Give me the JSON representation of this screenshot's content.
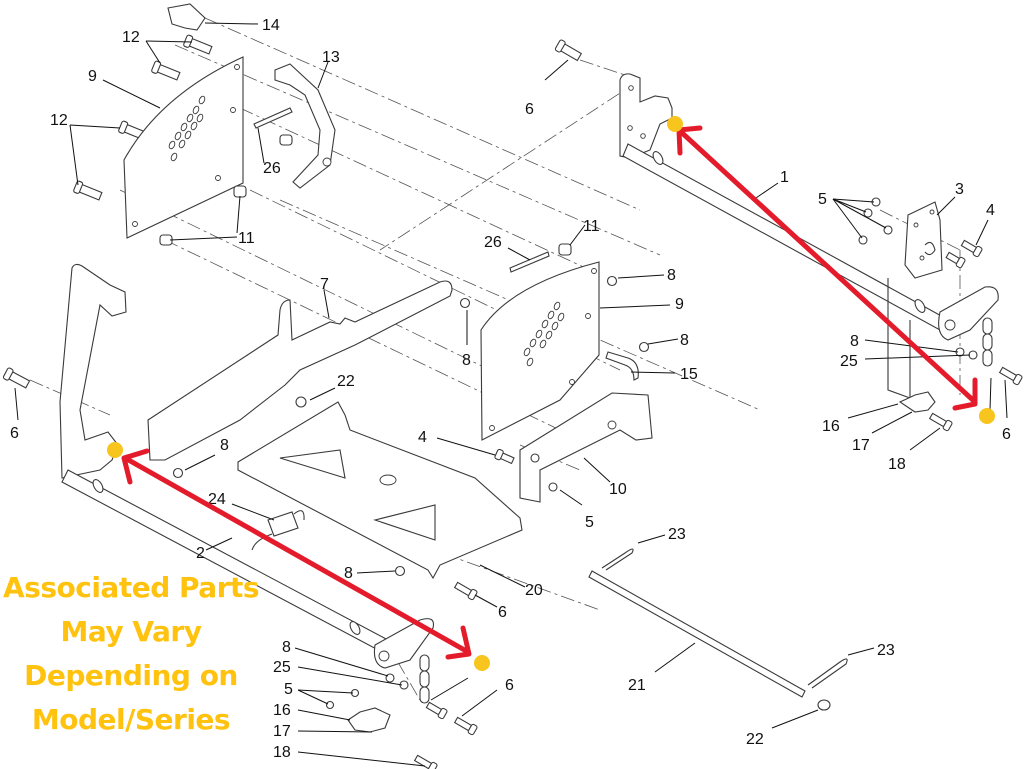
{
  "diagram": {
    "type": "exploded-parts-diagram",
    "callouts": [
      {
        "id": "c14",
        "label": "14"
      },
      {
        "id": "c12a",
        "label": "12"
      },
      {
        "id": "c13",
        "label": "13"
      },
      {
        "id": "c9a",
        "label": "9"
      },
      {
        "id": "c12b",
        "label": "12"
      },
      {
        "id": "c26a",
        "label": "26"
      },
      {
        "id": "c11a",
        "label": "11"
      },
      {
        "id": "c6a",
        "label": "6"
      },
      {
        "id": "c1",
        "label": "1"
      },
      {
        "id": "c5a",
        "label": "5"
      },
      {
        "id": "c3",
        "label": "3"
      },
      {
        "id": "c4a",
        "label": "4"
      },
      {
        "id": "c11b",
        "label": "11"
      },
      {
        "id": "c26b",
        "label": "26"
      },
      {
        "id": "c8a",
        "label": "8"
      },
      {
        "id": "c7",
        "label": "7"
      },
      {
        "id": "c9b",
        "label": "9"
      },
      {
        "id": "c8b",
        "label": "8"
      },
      {
        "id": "c8c",
        "label": "8"
      },
      {
        "id": "c15",
        "label": "15"
      },
      {
        "id": "c8d",
        "label": "8"
      },
      {
        "id": "c25a",
        "label": "25"
      },
      {
        "id": "c22a",
        "label": "22"
      },
      {
        "id": "c6b",
        "label": "6"
      },
      {
        "id": "c4b",
        "label": "4"
      },
      {
        "id": "c16a",
        "label": "16"
      },
      {
        "id": "c17a",
        "label": "17"
      },
      {
        "id": "c6c",
        "label": "6"
      },
      {
        "id": "c18a",
        "label": "18"
      },
      {
        "id": "c8e",
        "label": "8"
      },
      {
        "id": "c10",
        "label": "10"
      },
      {
        "id": "c24",
        "label": "24"
      },
      {
        "id": "c5b",
        "label": "5"
      },
      {
        "id": "c23a",
        "label": "23"
      },
      {
        "id": "c8f",
        "label": "8"
      },
      {
        "id": "c20",
        "label": "20"
      },
      {
        "id": "c2",
        "label": "2"
      },
      {
        "id": "c6d",
        "label": "6"
      },
      {
        "id": "c23b",
        "label": "23"
      },
      {
        "id": "c8g",
        "label": "8"
      },
      {
        "id": "c6e",
        "label": "6"
      },
      {
        "id": "c25b",
        "label": "25"
      },
      {
        "id": "c21",
        "label": "21"
      },
      {
        "id": "c5c",
        "label": "5"
      },
      {
        "id": "c16b",
        "label": "16"
      },
      {
        "id": "c17b",
        "label": "17"
      },
      {
        "id": "c22b",
        "label": "22"
      },
      {
        "id": "c18b",
        "label": "18"
      }
    ],
    "annotations": {
      "arrow_color": "#e31b2b",
      "marker_color": "#f7c51e",
      "arrows": [
        {
          "name": "right-side-arrow",
          "description": "double-headed"
        },
        {
          "name": "left-side-arrow",
          "description": "double-headed"
        }
      ]
    }
  },
  "notice": {
    "lines": [
      "Associated Parts",
      "May Vary",
      "Depending on",
      "Model/Series"
    ],
    "color": "#ffc20e"
  }
}
